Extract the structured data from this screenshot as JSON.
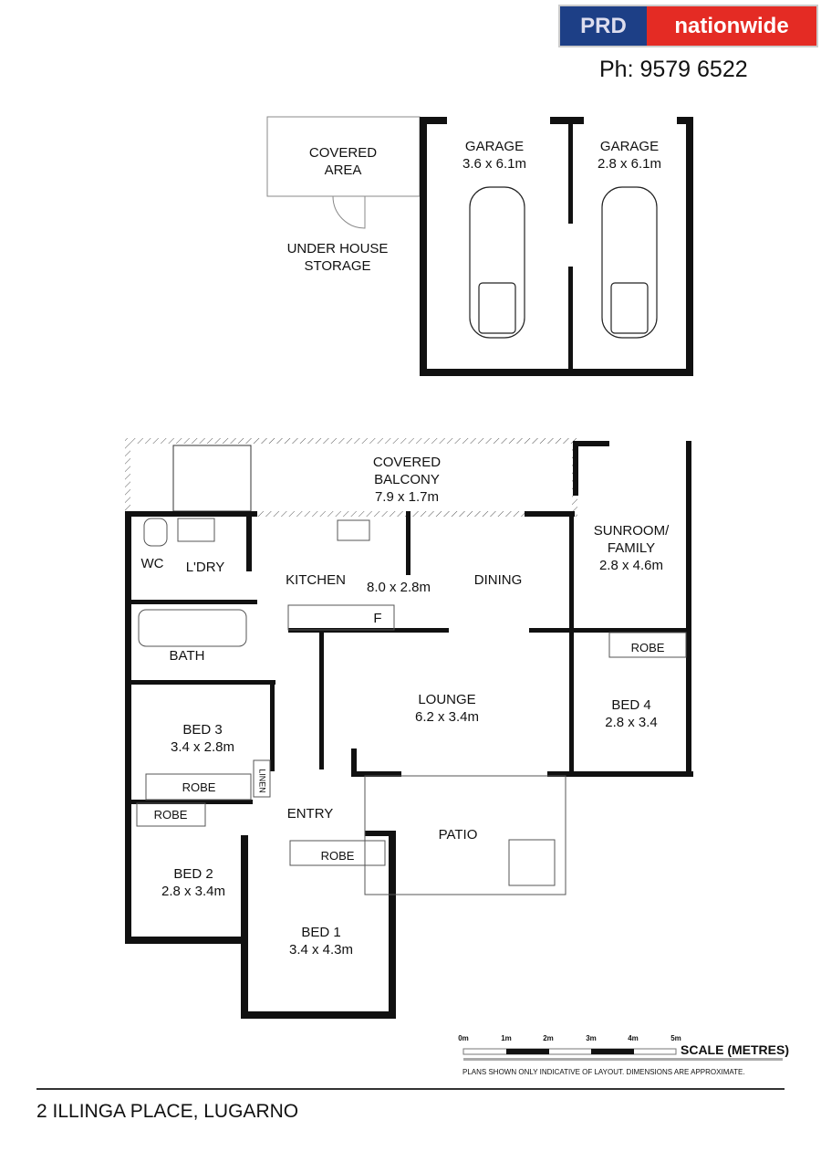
{
  "header": {
    "brand_left": "PRD",
    "brand_right": "nationwide",
    "phone": "Ph: 9579 6522"
  },
  "rooms": {
    "covered_area": "COVERED\nAREA",
    "under_house": "UNDER HOUSE\nSTORAGE",
    "garage1": {
      "name": "GARAGE",
      "size": "3.6 x 6.1m"
    },
    "garage2": {
      "name": "GARAGE",
      "size": "2.8 x 6.1m"
    },
    "balcony": {
      "name1": "COVERED",
      "name2": "BALCONY",
      "size": "7.9 x 1.7m"
    },
    "sunroom": {
      "name1": "SUNROOM/",
      "name2": "FAMILY",
      "size": "2.8 x 4.6m"
    },
    "wc": "WC",
    "laundry": "L'DRY",
    "kitchen": "KITCHEN",
    "kitchen_size": "8.0 x 2.8m",
    "dining": "DINING",
    "fridge": "F",
    "bath": "BATH",
    "robe4": "ROBE",
    "bed4": {
      "name": "BED 4",
      "size": "2.8 x 3.4"
    },
    "lounge": {
      "name": "LOUNGE",
      "size": "6.2 x 3.4m"
    },
    "bed3": {
      "name": "BED 3",
      "size": "3.4 x 2.8m"
    },
    "robe3": "ROBE",
    "linen": "LINEN",
    "robe2": "ROBE",
    "entry": "ENTRY",
    "patio": "PATIO",
    "robe1": "ROBE",
    "bed2": {
      "name": "BED 2",
      "size": "2.8 x 3.4m"
    },
    "bed1": {
      "name": "BED 1",
      "size": "3.4 x 4.3m"
    }
  },
  "scale": {
    "ticks": [
      "0m",
      "1m",
      "2m",
      "3m",
      "4m",
      "5m"
    ],
    "title": "SCALE (METRES)",
    "disclaimer": "PLANS SHOWN ONLY INDICATIVE OF LAYOUT.  DIMENSIONS ARE APPROXIMATE."
  },
  "footer": {
    "address": "2 ILLINGA PLACE, LUGARNO"
  }
}
